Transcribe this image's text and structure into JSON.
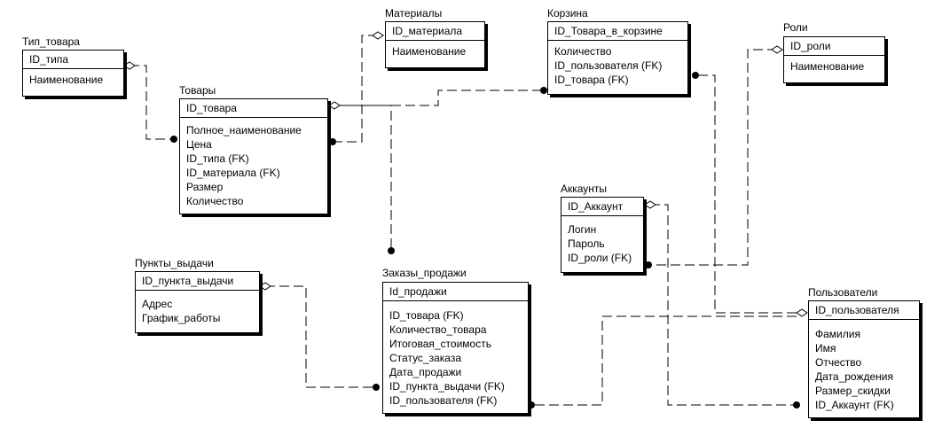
{
  "entities": {
    "tip_tovara": {
      "name": "Тип_товара",
      "pk": "ID_типа",
      "attrs": [
        "Наименование"
      ]
    },
    "tovary": {
      "name": "Товары",
      "pk": "ID_товара",
      "attrs": [
        "Полное_наименование",
        "Цена",
        "ID_типа (FK)",
        "ID_материала (FK)",
        "Размер",
        "Количество"
      ]
    },
    "materialy": {
      "name": "Материалы",
      "pk": "ID_материала",
      "attrs": [
        "Наименование"
      ]
    },
    "korzina": {
      "name": "Корзина",
      "pk": "ID_Товара_в_корзине",
      "attrs": [
        "Количество",
        "ID_пользователя (FK)",
        "ID_товара (FK)"
      ]
    },
    "roli": {
      "name": "Роли",
      "pk": "ID_роли",
      "attrs": [
        "Наименование"
      ]
    },
    "akkaunty": {
      "name": "Аккаунты",
      "pk": "ID_Аккаунт",
      "attrs": [
        "Логин",
        "Пароль",
        "ID_роли (FK)"
      ]
    },
    "punkty_vydachi": {
      "name": "Пункты_выдачи",
      "pk": "ID_пункта_выдачи",
      "attrs": [
        "Адрес",
        "График_работы"
      ]
    },
    "zakazy_prodazhi": {
      "name": "Заказы_продажи",
      "pk": "Id_продажи",
      "attrs": [
        "ID_товара (FK)",
        "Количество_товара",
        "Итоговая_стоимость",
        "Статус_заказа",
        "Дата_продажи",
        "ID_пункта_выдачи (FK)",
        "ID_пользователя (FK)"
      ]
    },
    "polzovateli": {
      "name": "Пользователи",
      "pk": "ID_пользователя",
      "attrs": [
        "Фамилия",
        "Имя",
        "Отчество",
        "Дата_рождения",
        "Размер_скидки",
        "ID_Аккаунт (FK)"
      ]
    }
  },
  "relationships": [
    {
      "from": "Тип_товара",
      "to": "Товары"
    },
    {
      "from": "Материалы",
      "to": "Товары"
    },
    {
      "from": "Товары",
      "to": "Корзина"
    },
    {
      "from": "Товары",
      "to": "Заказы_продажи"
    },
    {
      "from": "Роли",
      "to": "Аккаунты"
    },
    {
      "from": "Аккаунты",
      "to": "Пользователи"
    },
    {
      "from": "Пользователи",
      "to": "Корзина"
    },
    {
      "from": "Пользователи",
      "to": "Заказы_продажи"
    },
    {
      "from": "Пункты_выдачи",
      "to": "Заказы_продажи"
    }
  ]
}
